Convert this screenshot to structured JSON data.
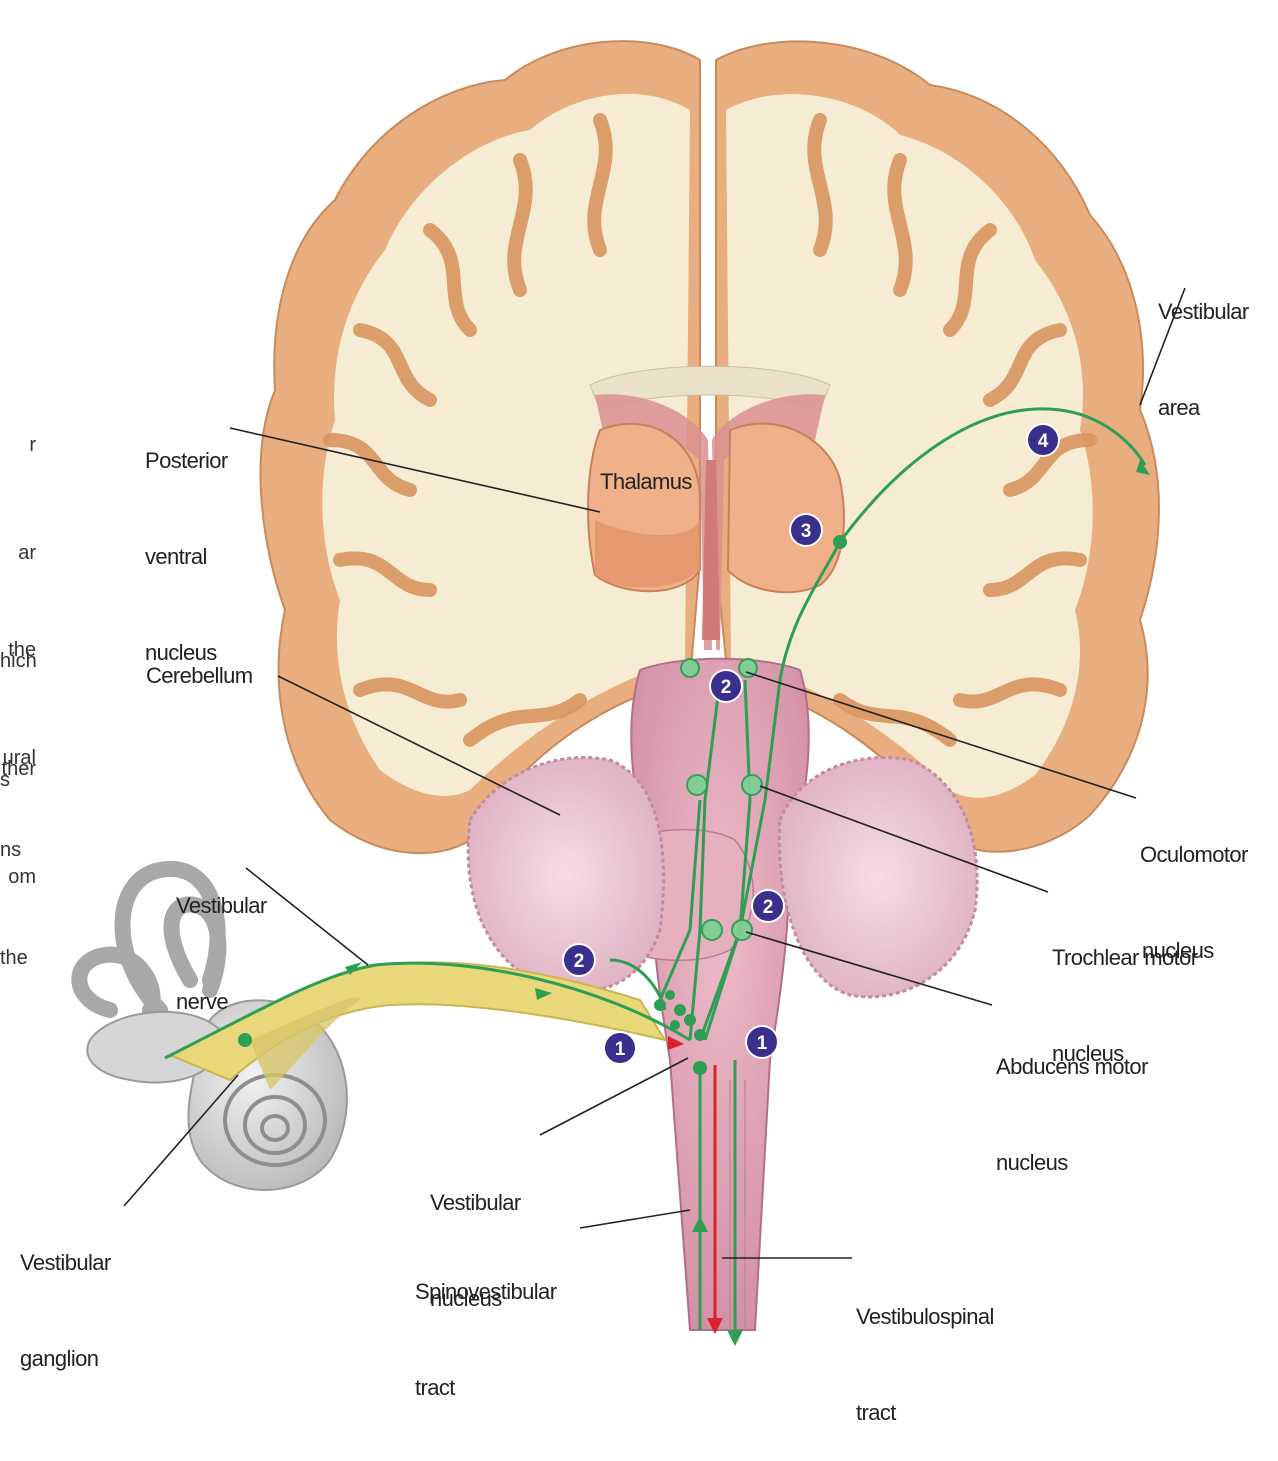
{
  "labels": {
    "posterior_ventral": [
      "Posterior",
      "ventral",
      "nucleus"
    ],
    "thalamus": "Thalamus",
    "cerebellum": "Cerebellum",
    "vestibular_area": [
      "Vestibular",
      "area"
    ],
    "vestibular_nerve": [
      "Vestibular",
      "nerve"
    ],
    "oculomotor": [
      "Oculomotor",
      "nucleus"
    ],
    "trochlear": [
      "Trochlear motor",
      "nucleus"
    ],
    "abducens": [
      "Abducens motor",
      "nucleus"
    ],
    "vestibular_nucleus": [
      "Vestibular",
      "nucleus"
    ],
    "vestibular_ganglion": [
      "Vestibular",
      "ganglion"
    ],
    "spinovestibular": [
      "Spinovestibular",
      "tract"
    ],
    "vestibulospinal": [
      "Vestibulospinal",
      "tract"
    ]
  },
  "markers": [
    "1",
    "1",
    "2",
    "2",
    "2",
    "3",
    "4"
  ],
  "cropped_text_fragments": [
    "r",
    "ar",
    "hich",
    "ther",
    "om",
    "the",
    "ural",
    "s",
    "ns",
    "the"
  ],
  "colors": {
    "cortex": "#e8ae7f",
    "white_matter": "#f5ecd3",
    "thalamus": "#f0b08a",
    "brainstem": "#e3a8b8",
    "cerebellum": "#ecc8d6",
    "pathway": "#2e9e55",
    "descending_tract": "#d9222a",
    "nerve": "#e9d87a",
    "inner_ear": "#cfcfcf",
    "marker": "#3a2f8c"
  }
}
